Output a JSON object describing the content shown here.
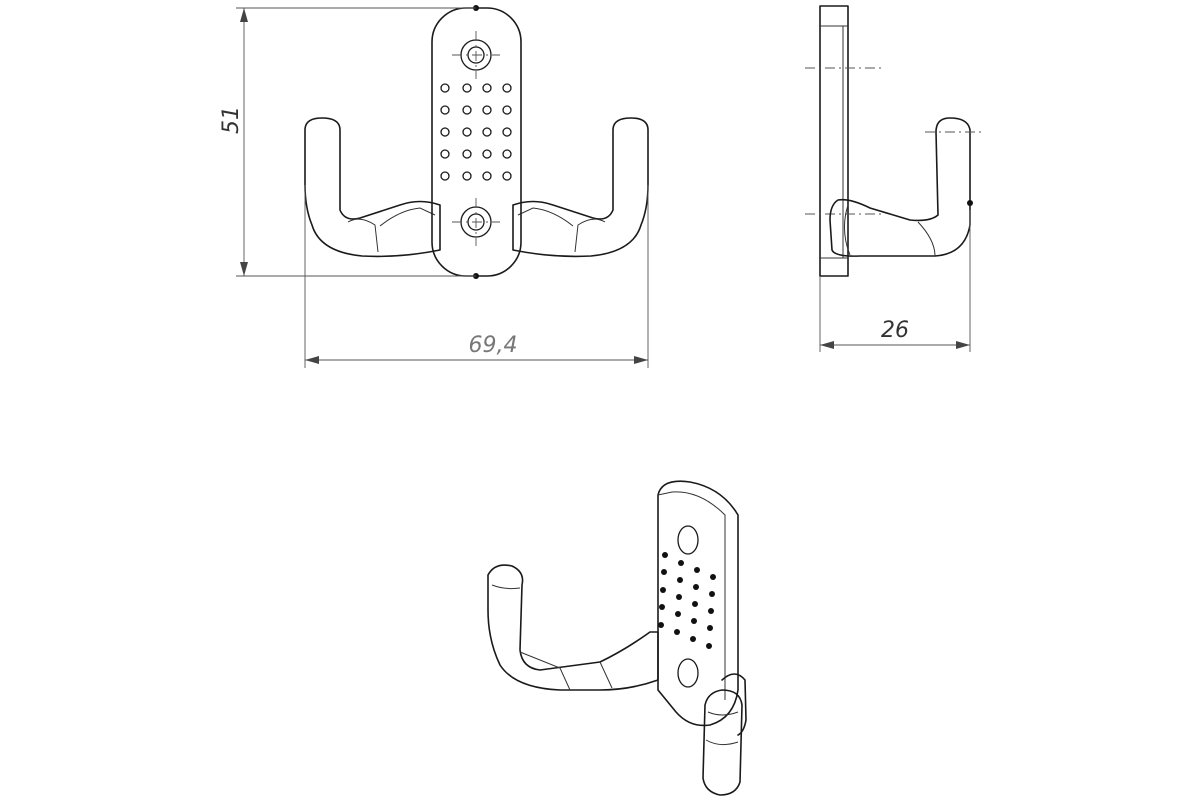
{
  "dimensions": {
    "height": "51",
    "width": "69,4",
    "depth": "26"
  }
}
